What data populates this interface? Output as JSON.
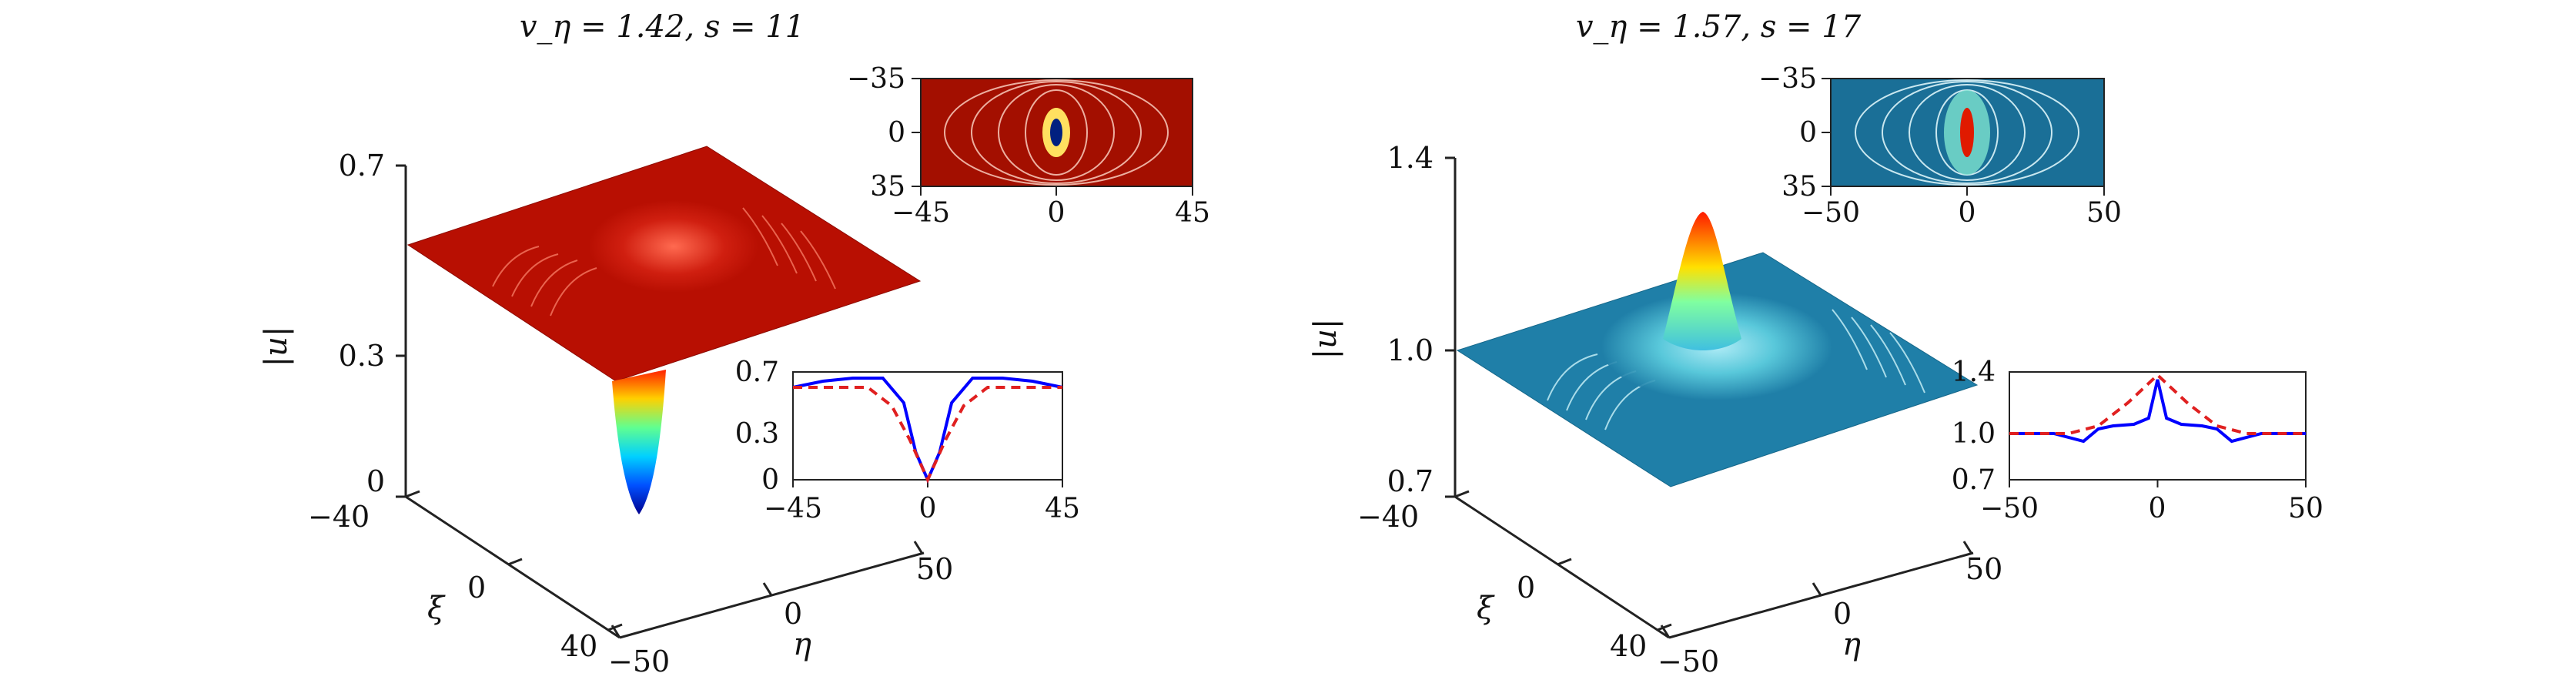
{
  "panels": [
    {
      "title": "v_η = 1.42, s = 11",
      "main": {
        "zlabel": "|u|",
        "xlabel": "ξ",
        "ylabel": "η",
        "ztick_labels": [
          "0.7",
          "0.3",
          "0"
        ],
        "xi_tick_labels": [
          "−40",
          "0",
          "40"
        ],
        "eta_tick_labels": [
          "−50",
          "0",
          "50"
        ],
        "surface_color": "#b80f02"
      },
      "inset_map": {
        "ytick_labels": [
          "−35",
          "0",
          "35"
        ],
        "xtick_labels": [
          "−45",
          "0",
          "45"
        ],
        "background_color": "#a30f00"
      },
      "inset_profile": {
        "ytick_labels": [
          "0.7",
          "0.3",
          "0"
        ],
        "xtick_labels": [
          "−45",
          "0",
          "45"
        ]
      }
    },
    {
      "title": "v_η = 1.57, s = 17",
      "main": {
        "zlabel": "|u|",
        "xlabel": "ξ",
        "ylabel": "η",
        "ztick_labels": [
          "1.4",
          "1.0",
          "0.7"
        ],
        "xi_tick_labels": [
          "−40",
          "0",
          "40"
        ],
        "eta_tick_labels": [
          "−50",
          "0",
          "50"
        ],
        "surface_color": "#1f7fa8"
      },
      "inset_map": {
        "ytick_labels": [
          "−35",
          "0",
          "35"
        ],
        "xtick_labels": [
          "−50",
          "0",
          "50"
        ],
        "background_color": "#1a6f97"
      },
      "inset_profile": {
        "ytick_labels": [
          "1.4",
          "1.0",
          "0.7"
        ],
        "xtick_labels": [
          "−50",
          "0",
          "50"
        ]
      }
    }
  ],
  "chart_data": [
    {
      "type": "line",
      "panel": "left inset profile",
      "xlim": [
        -45,
        45
      ],
      "ylim": [
        0,
        0.7
      ],
      "series": [
        {
          "color": "#0000ff",
          "style": "solid",
          "x": [
            -45,
            -35,
            -25,
            -15,
            -8,
            -4,
            0,
            4,
            8,
            15,
            25,
            35,
            45
          ],
          "values": [
            0.6,
            0.64,
            0.66,
            0.66,
            0.5,
            0.18,
            0.0,
            0.18,
            0.5,
            0.66,
            0.66,
            0.64,
            0.6
          ]
        },
        {
          "color": "#e02020",
          "style": "dashed",
          "x": [
            -45,
            -20,
            -12,
            -6,
            0,
            6,
            12,
            20,
            45
          ],
          "values": [
            0.6,
            0.6,
            0.48,
            0.26,
            0.0,
            0.26,
            0.48,
            0.6,
            0.6
          ]
        }
      ]
    },
    {
      "type": "line",
      "panel": "right inset profile",
      "xlim": [
        -50,
        50
      ],
      "ylim": [
        0.7,
        1.4
      ],
      "series": [
        {
          "color": "#0000ff",
          "style": "solid",
          "x": [
            -50,
            -35,
            -25,
            -20,
            -15,
            -8,
            -3,
            0,
            3,
            8,
            15,
            20,
            25,
            35,
            50
          ],
          "values": [
            1.0,
            1.0,
            0.95,
            1.03,
            1.05,
            1.06,
            1.1,
            1.35,
            1.1,
            1.06,
            1.05,
            1.03,
            0.95,
            1.0,
            1.0
          ]
        },
        {
          "color": "#e02020",
          "style": "dashed",
          "x": [
            -50,
            -30,
            -20,
            -10,
            0,
            10,
            20,
            30,
            50
          ],
          "values": [
            1.0,
            1.0,
            1.05,
            1.2,
            1.38,
            1.2,
            1.05,
            1.0,
            1.0
          ]
        }
      ]
    }
  ]
}
